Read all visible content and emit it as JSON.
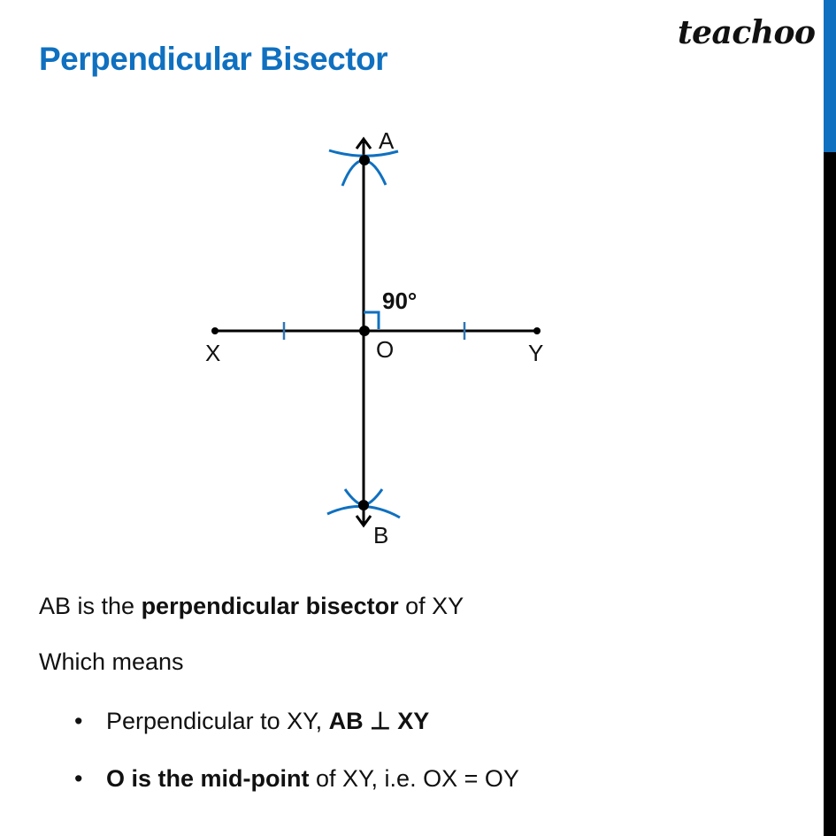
{
  "header": {
    "title": "Perpendicular Bisector",
    "logo": "teachoo"
  },
  "theme": {
    "accent": "#0f70c0",
    "ink": "#111111"
  },
  "diagram": {
    "points": {
      "A": "A",
      "B": "B",
      "X": "X",
      "Y": "Y",
      "O": "O"
    },
    "angle_label": "90°"
  },
  "content": {
    "line1": {
      "pre": "AB is the ",
      "bold": "perpendicular bisector",
      "post": " of XY"
    },
    "line2": "Which means",
    "bullets": [
      {
        "pre": "Perpendicular to XY, ",
        "bold": "AB ⊥ XY",
        "post": ""
      },
      {
        "pre": "",
        "bold": "O is the mid-point",
        "post": " of XY, i.e. OX = OY"
      }
    ],
    "bullet_glyph": "•"
  }
}
